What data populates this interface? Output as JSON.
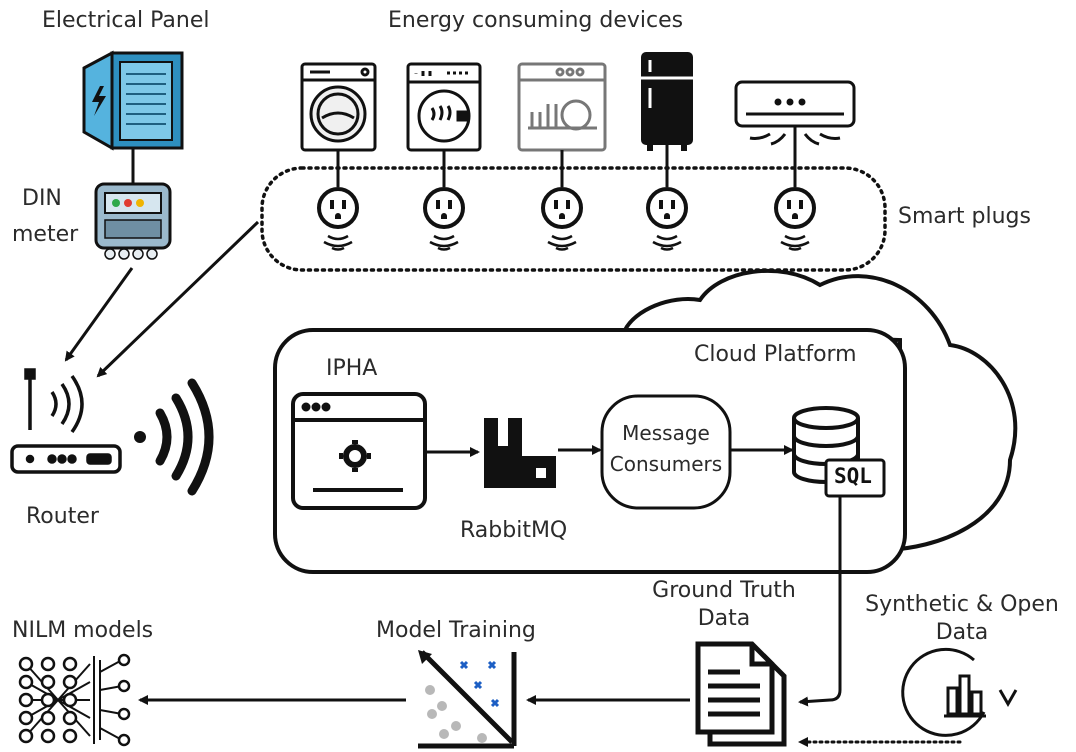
{
  "labels": {
    "electrical_panel": "Electrical Panel",
    "energy_devices": "Energy consuming devices",
    "din_meter_line1": "DIN",
    "din_meter_line2": "meter",
    "smart_plugs": "Smart plugs",
    "router": "Router",
    "cloud_platform": "Cloud Platform",
    "ipha": "IPHA",
    "rabbitmq": "RabbitMQ",
    "message_consumers_line1": "Message",
    "message_consumers_line2": "Consumers",
    "sql": "SQL",
    "ground_truth_line1": "Ground Truth",
    "ground_truth_line2": "Data",
    "synthetic_line1": "Synthetic & Open",
    "synthetic_line2": "Data",
    "model_training": "Model Training",
    "nilm_models": "NILM models"
  },
  "icons": {
    "electrical_panel": "electrical-panel-icon",
    "din_meter": "din-meter-icon",
    "washing_machine": "washing-machine-icon",
    "dryer": "dryer-icon",
    "dishwasher": "dishwasher-icon",
    "fridge": "fridge-icon",
    "air_conditioner": "air-conditioner-icon",
    "smart_plug": "smart-plug-icon",
    "router": "router-icon",
    "wifi": "wifi-icon",
    "app_window": "app-window-icon",
    "rabbitmq": "rabbitmq-icon",
    "database": "database-icon",
    "documents": "documents-icon",
    "chart_cycle": "chart-cycle-icon",
    "ml_plot": "ml-plot-icon",
    "neural_network": "neural-network-icon"
  },
  "colors": {
    "stroke": "#111111",
    "panel_blue": "#2e8fbf",
    "panel_light": "#7ec8e8",
    "text": "#2b2b2b"
  }
}
